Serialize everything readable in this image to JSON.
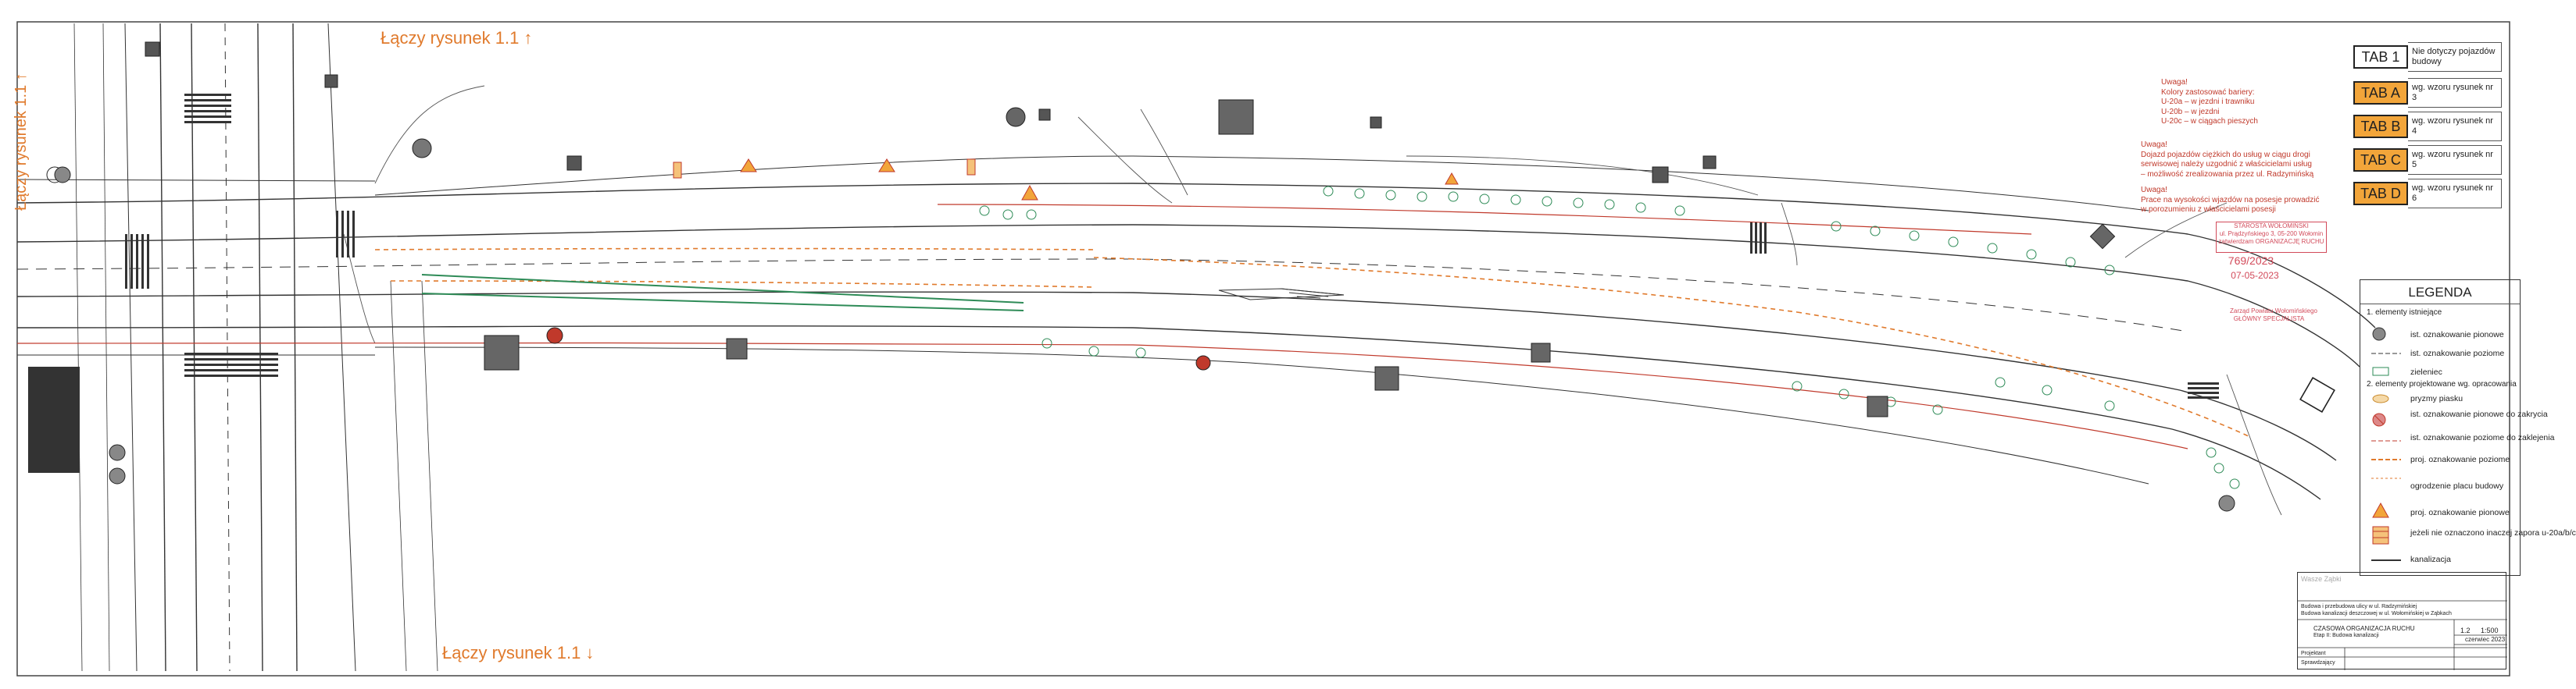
{
  "connectors": {
    "top": "Łączy rysunek 1.1 ↑",
    "bottom": "Łączy rysunek 1.1 ↓",
    "left_vertical": "Łączy rysunek 1.1 ↑"
  },
  "notes": {
    "note1": "Uwaga!\nKolory zastosować bariery:\nU-20a – w jezdni i trawniku\nU-20b – w jezdni\nU-20c – w ciągach pieszych",
    "note2": "Uwaga!\nDojazd pojazdów ciężkich do usług w ciągu drogi\nserwisowej należy uzgodnić z właścicielami usług\n– możliwość zrealizowania przez ul. Radzymińską",
    "note3": "Uwaga!\nPrace na wysokości wjazdów na posesje prowadzić\nw porozumieniu z właścicielami posesji"
  },
  "tabs": [
    {
      "code": "TAB 1",
      "desc": "Nie dotyczy pojazdów budowy",
      "style": "plain"
    },
    {
      "code": "TAB A",
      "desc": "wg. wzoru rysunek nr 3",
      "style": "orange"
    },
    {
      "code": "TAB B",
      "desc": "wg. wzoru rysunek nr 4",
      "style": "orange"
    },
    {
      "code": "TAB C",
      "desc": "wg. wzoru rysunek nr 5",
      "style": "orange"
    },
    {
      "code": "TAB D",
      "desc": "wg. wzoru rysunek nr 6",
      "style": "orange"
    }
  ],
  "legend": {
    "title": "LEGENDA",
    "section1": "1. elementy istniejące",
    "section2": "2. elementy projektowane wg. opracowania",
    "items": [
      "ist. oznakowanie pionowe",
      "ist. oznakowanie poziome",
      "zieleniec",
      "pryzmy piasku",
      "ist. oznakowanie pionowe do zakrycia",
      "ist. oznakowanie poziome do zaklejenia",
      "proj. oznakowanie poziome",
      "ogrodzenie placu budowy",
      "proj. oznakowanie pionowe",
      "jeżeli nie oznaczono inaczej zapora u-20a/b/c",
      "kanalizacja"
    ]
  },
  "stamps": {
    "approval1": "STAROSTA WOŁOMIŃSKI\nul. Prądzyńskiego 3, 05-200 Wołomin\nzatwierdzam ORGANIZACJĘ RUCHU",
    "approval_number": "769/2023",
    "approval_date": "07-05-2023",
    "approval2": "Zarząd Powiatu Wołomińskiego\nGŁÓWNY SPECJALISTA"
  },
  "titleblock": {
    "title": "CZASOWA ORGANIZACJA RUCHU",
    "subtitle": "Etap II: Budowa kanalizacji",
    "drawing_no": "1.2",
    "scale": "1:500",
    "date": "czerwiec 2023",
    "project_line1": "Budowa i przebudowa ulicy w ul. Radzymińskiej",
    "project_line2": "Budowa kanalizacji deszczowej w ul. Wołomińskiej w Ząbkach",
    "author_label": "Projektant",
    "check_label": "Sprawdzający",
    "company": "Wasze Ząbki"
  },
  "colors": {
    "road": "#333333",
    "orange": "#e07a2c",
    "green": "#2e8b57",
    "red": "#c0392b",
    "stamp": "#d24a5a"
  }
}
